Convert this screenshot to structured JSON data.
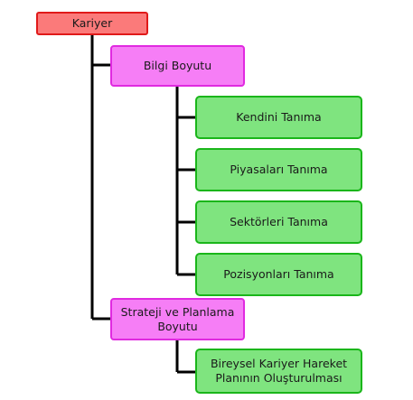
{
  "root": {
    "label": "Kariyer",
    "children": [
      {
        "label": "Bilgi Boyutu",
        "children": [
          {
            "label": "Kendini Tanıma"
          },
          {
            "label": "Piyasaları Tanıma"
          },
          {
            "label": "Sektörleri Tanıma"
          },
          {
            "label": "Pozisyonları Tanıma"
          }
        ]
      },
      {
        "label": "Strateji ve Planlama Boyutu",
        "children": [
          {
            "label": "Bireysel Kariyer Hareket Planının Oluşturulması"
          }
        ]
      }
    ]
  },
  "colors": {
    "root_fill": "#fb7a7a",
    "root_border": "#e01a1a",
    "level1_fill": "#f67ef6",
    "level1_border": "#e02ae0",
    "level2_fill": "#7fe47f",
    "level2_border": "#1ab61a",
    "connector": "#000000"
  }
}
